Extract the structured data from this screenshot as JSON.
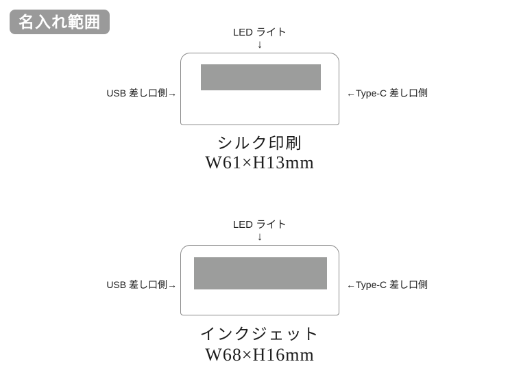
{
  "page": {
    "badge_label": "名入れ範囲"
  },
  "colors": {
    "badge_bg": "#9a9a9a",
    "bar_fill": "#9c9d9c",
    "outline": "#888888"
  },
  "diagrams": [
    {
      "name": "silk-print",
      "led_label": "LED ライト",
      "arrow_down": "↓",
      "left_label": "USB 差し口側→",
      "right_label": "←Type-C 差し口側",
      "caption": "シルク印刷",
      "size": "W61×H13mm"
    },
    {
      "name": "inkjet",
      "led_label": "LED ライト",
      "arrow_down": "↓",
      "left_label": "USB 差し口側→",
      "right_label": "←Type-C 差し口側",
      "caption": "インクジェット",
      "size": "W68×H16mm"
    }
  ]
}
